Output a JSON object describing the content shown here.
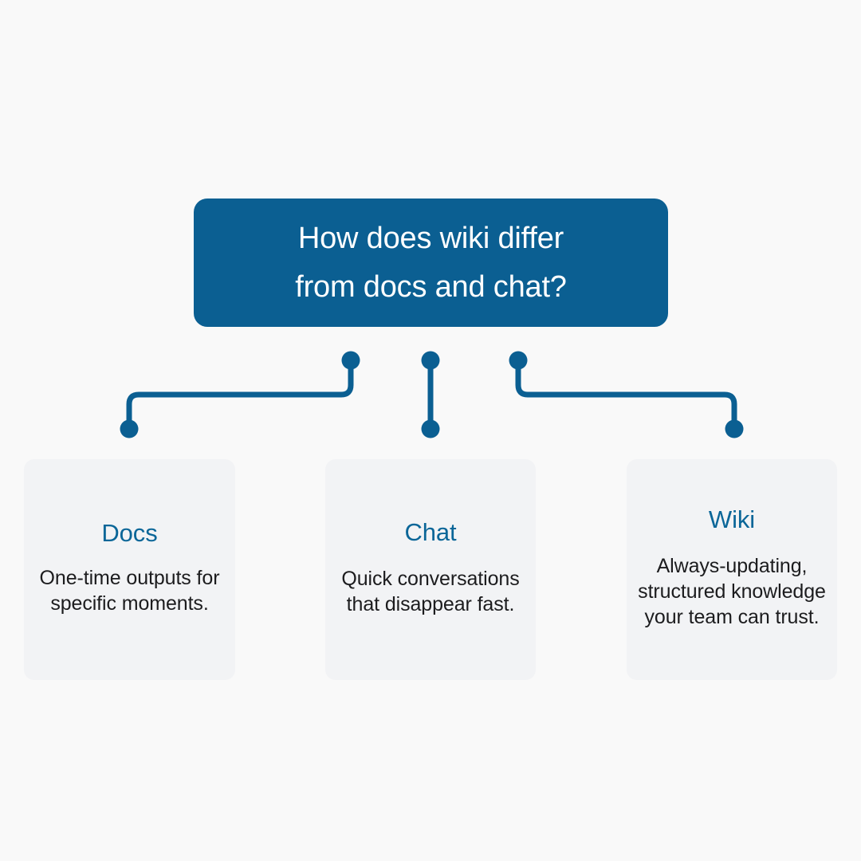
{
  "diagram": {
    "background_color": "#f9f9f9",
    "accent_color": "#0b5f92",
    "title_color": "#0b6698",
    "card_color": "#f2f3f5",
    "body_text_color": "#1c1c1e",
    "root": {
      "label": "How does wiki differ\nfrom docs and chat?",
      "line1": "How does wiki differ",
      "line2": "from docs and chat?"
    },
    "branches": [
      {
        "id": "docs",
        "title": "Docs",
        "body": "One-time outputs for specific moments.",
        "connector": "elbow-left"
      },
      {
        "id": "chat",
        "title": "Chat",
        "body": "Quick conversations that disappear fast.",
        "connector": "straight"
      },
      {
        "id": "wiki",
        "title": "Wiki",
        "body": "Always-updating, structured knowledge your team can trust.",
        "connector": "elbow-right"
      }
    ]
  }
}
